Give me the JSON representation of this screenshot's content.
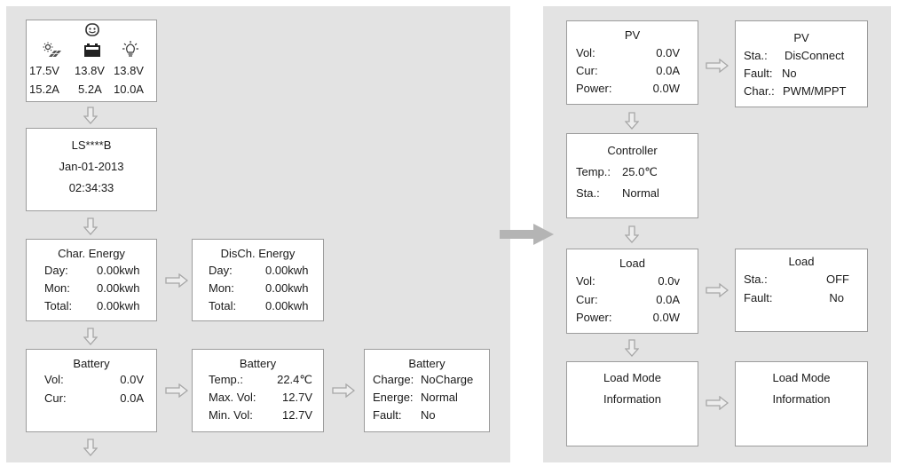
{
  "status": {
    "pv_voltage": "17.5V",
    "pv_current": "15.2A",
    "battery_voltage": "13.8V",
    "battery_current": "5.2A",
    "load_voltage": "13.8V",
    "load_current": "10.0A"
  },
  "device": {
    "model": "LS****B",
    "date": "Jan-01-2013",
    "time": "02:34:33"
  },
  "charge_energy": {
    "title": "Char. Energy",
    "rows": [
      {
        "label": "Day:",
        "value": "0.00kwh"
      },
      {
        "label": "Mon:",
        "value": "0.00kwh"
      },
      {
        "label": "Total:",
        "value": "0.00kwh"
      }
    ]
  },
  "discharge_energy": {
    "title": "DisCh. Energy",
    "rows": [
      {
        "label": "Day:",
        "value": "0.00kwh"
      },
      {
        "label": "Mon:",
        "value": "0.00kwh"
      },
      {
        "label": "Total:",
        "value": "0.00kwh"
      }
    ]
  },
  "battery_basic": {
    "title": "Battery",
    "rows": [
      {
        "label": "Vol:",
        "value": "0.0V"
      },
      {
        "label": "Cur:",
        "value": "0.0A"
      }
    ]
  },
  "battery_temp": {
    "title": "Battery",
    "rows": [
      {
        "label": "Temp.:",
        "value": "22.4℃"
      },
      {
        "label": "Max. Vol:",
        "value": "12.7V"
      },
      {
        "label": "Min. Vol:",
        "value": "12.7V"
      }
    ]
  },
  "battery_status": {
    "title": "Battery",
    "rows": [
      {
        "label": "Charge:",
        "value": "NoCharge"
      },
      {
        "label": "Energe:",
        "value": "Normal"
      },
      {
        "label": "Fault:",
        "value": "No"
      }
    ]
  },
  "pv_params": {
    "title": "PV",
    "rows": [
      {
        "label": "Vol:",
        "value": "0.0V"
      },
      {
        "label": "Cur:",
        "value": "0.0A"
      },
      {
        "label": "Power:",
        "value": "0.0W"
      }
    ]
  },
  "pv_status": {
    "title": "PV",
    "rows": [
      {
        "label": "Sta.:",
        "value": "DisConnect"
      },
      {
        "label": "Fault:",
        "value": "No"
      },
      {
        "label": "Char.:",
        "value": "PWM/MPPT"
      }
    ]
  },
  "controller": {
    "title": "Controller",
    "rows": [
      {
        "label": "Temp.:",
        "value": "25.0℃"
      },
      {
        "label": "Sta.:",
        "value": "Normal"
      }
    ]
  },
  "load_params": {
    "title": "Load",
    "rows": [
      {
        "label": "Vol:",
        "value": "0.0v"
      },
      {
        "label": "Cur:",
        "value": "0.0A"
      },
      {
        "label": "Power:",
        "value": "0.0W"
      }
    ]
  },
  "load_status": {
    "title": "Load",
    "rows": [
      {
        "label": "Sta.:",
        "value": "OFF"
      },
      {
        "label": "Fault:",
        "value": "No"
      }
    ]
  },
  "load_mode_1": {
    "line1": "Load Mode",
    "line2": "Information"
  },
  "load_mode_2": {
    "line1": "Load Mode",
    "line2": "Information"
  },
  "colors": {
    "panel": "#e3e3e3",
    "border": "#9c9c9c",
    "arrow": "#a6a6a6"
  },
  "icons": [
    "status-smiley-icon",
    "solar-panel-icon",
    "battery-icon",
    "light-bulb-icon",
    "down-arrow-icon",
    "right-arrow-icon"
  ]
}
